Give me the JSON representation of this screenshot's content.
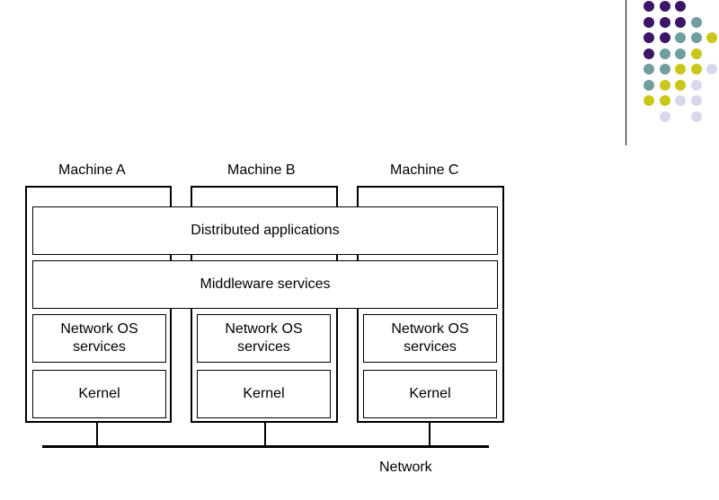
{
  "machines": [
    {
      "name": "Machine A",
      "network_os": "Network OS\nservices",
      "kernel": "Kernel"
    },
    {
      "name": "Machine B",
      "network_os": "Network OS\nservices",
      "kernel": "Kernel"
    },
    {
      "name": "Machine C",
      "network_os": "Network OS\nservices",
      "kernel": "Kernel"
    }
  ],
  "layers": {
    "distributed_apps": "Distributed applications",
    "middleware": "Middleware services"
  },
  "network_label": "Network",
  "colors": {
    "purple": "#3d1566",
    "teal": "#6f9da0",
    "yellow": "#c8c81a",
    "lavender": "#d8d8ec"
  },
  "dot_grid": [
    [
      "purple",
      "purple",
      "purple",
      "",
      "",
      ""
    ],
    [
      "purple",
      "purple",
      "purple",
      "teal",
      "",
      ""
    ],
    [
      "purple",
      "purple",
      "teal",
      "teal",
      "yellow",
      ""
    ],
    [
      "purple",
      "teal",
      "teal",
      "yellow",
      "",
      ""
    ],
    [
      "teal",
      "teal",
      "yellow",
      "yellow",
      "lavender",
      ""
    ],
    [
      "teal",
      "yellow",
      "yellow",
      "lavender",
      "",
      ""
    ],
    [
      "yellow",
      "yellow",
      "lavender",
      "lavender",
      "",
      ""
    ],
    [
      "",
      "lavender",
      "",
      "lavender",
      "",
      ""
    ]
  ]
}
